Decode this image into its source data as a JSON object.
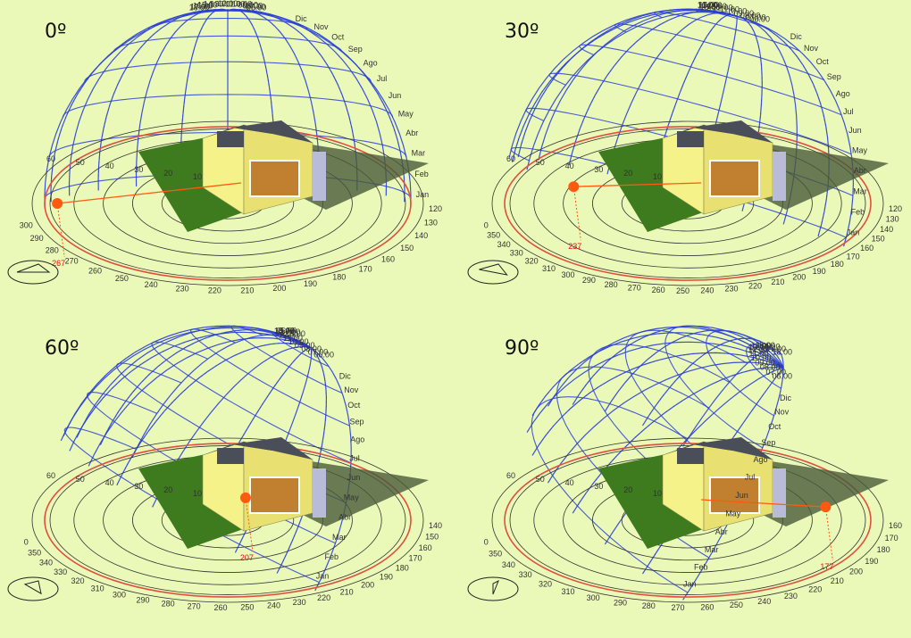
{
  "panels": [
    {
      "title": "0º",
      "highlight_azimuth": "267",
      "ring_labels": [
        "10",
        "20",
        "30",
        "40",
        "50",
        "60"
      ],
      "azimuth_labels": [
        "120",
        "130",
        "140",
        "150",
        "160",
        "170",
        "180",
        "190",
        "200",
        "210",
        "220",
        "230",
        "240",
        "250",
        "260",
        "270",
        "280",
        "290",
        "300"
      ],
      "hour_labels": [
        "06.00",
        "07.00",
        "08.00",
        "09.00",
        "10.00",
        "11.00",
        "12.00",
        "13.00",
        "14.00",
        "15.00",
        "16.00",
        "17.00",
        "18.00"
      ],
      "month_labels": [
        "Jan",
        "Feb",
        "Mar",
        "Abr",
        "May",
        "Jun",
        "Jul",
        "Ago",
        "Sep",
        "Oct",
        "Nov",
        "Dic"
      ]
    },
    {
      "title": "30º",
      "highlight_azimuth": "237",
      "ring_labels": [
        "10",
        "20",
        "30",
        "40",
        "50",
        "60"
      ],
      "azimuth_labels": [
        "120",
        "130",
        "140",
        "150",
        "160",
        "170",
        "180",
        "190",
        "200",
        "210",
        "220",
        "230",
        "240",
        "250",
        "260",
        "270",
        "280",
        "290",
        "300",
        "310",
        "320",
        "330",
        "340",
        "350",
        "0"
      ],
      "hour_labels": [
        "06.00",
        "07.00",
        "08.00",
        "09.00",
        "10.00",
        "11.00",
        "12.00",
        "13.00",
        "14.00",
        "15.00",
        "16.00",
        "17.00",
        "18.00"
      ],
      "month_labels": [
        "Jan",
        "Feb",
        "Mar",
        "Abr",
        "May",
        "Jun",
        "Jul",
        "Ago",
        "Sep",
        "Oct",
        "Nov",
        "Dic"
      ]
    },
    {
      "title": "60º",
      "highlight_azimuth": "207",
      "ring_labels": [
        "10",
        "20",
        "30",
        "40",
        "50",
        "60"
      ],
      "azimuth_labels": [
        "140",
        "150",
        "160",
        "170",
        "180",
        "190",
        "200",
        "210",
        "220",
        "230",
        "240",
        "250",
        "260",
        "270",
        "280",
        "290",
        "300",
        "310",
        "320",
        "330",
        "340",
        "350",
        "0"
      ],
      "hour_labels": [
        "06.00",
        "07.00",
        "08.00",
        "09.00",
        "10.00",
        "11.00",
        "12.00",
        "13.00",
        "14.00",
        "15.00",
        "16.00",
        "17.00",
        "18.00"
      ],
      "month_labels": [
        "Jan",
        "Feb",
        "Mar",
        "Abr",
        "May",
        "Jun",
        "Jul",
        "Ago",
        "Sep",
        "Oct",
        "Nov",
        "Dic"
      ]
    },
    {
      "title": "90º",
      "highlight_azimuth": "177",
      "ring_labels": [
        "10",
        "20",
        "30",
        "40",
        "50",
        "60"
      ],
      "azimuth_labels": [
        "160",
        "170",
        "180",
        "190",
        "200",
        "210",
        "220",
        "230",
        "240",
        "250",
        "260",
        "270",
        "280",
        "290",
        "300",
        "310",
        "320",
        "330",
        "340",
        "350",
        "0"
      ],
      "hour_labels": [
        "06.00",
        "07.00",
        "08.00",
        "09.00",
        "10.00",
        "11.00",
        "12.00",
        "13.00",
        "14.00",
        "15.00",
        "16.00",
        "17.00",
        "18.00"
      ],
      "month_labels": [
        "Jan",
        "Feb",
        "Mar",
        "Abr",
        "May",
        "Jun",
        "Jul",
        "Ago",
        "Sep",
        "Oct",
        "Nov",
        "Dic"
      ]
    }
  ],
  "colors": {
    "background": "#eaf8b8",
    "dome_grid": "#2a3fd8",
    "rings": "#333333",
    "horizon_ring": "#e05040",
    "sun_marker": "#ff5a10",
    "ground": "#3e7a1e",
    "house_wall": "#f6f28a",
    "roof": "#4a4e58",
    "shadow": "#4a5a3a"
  }
}
